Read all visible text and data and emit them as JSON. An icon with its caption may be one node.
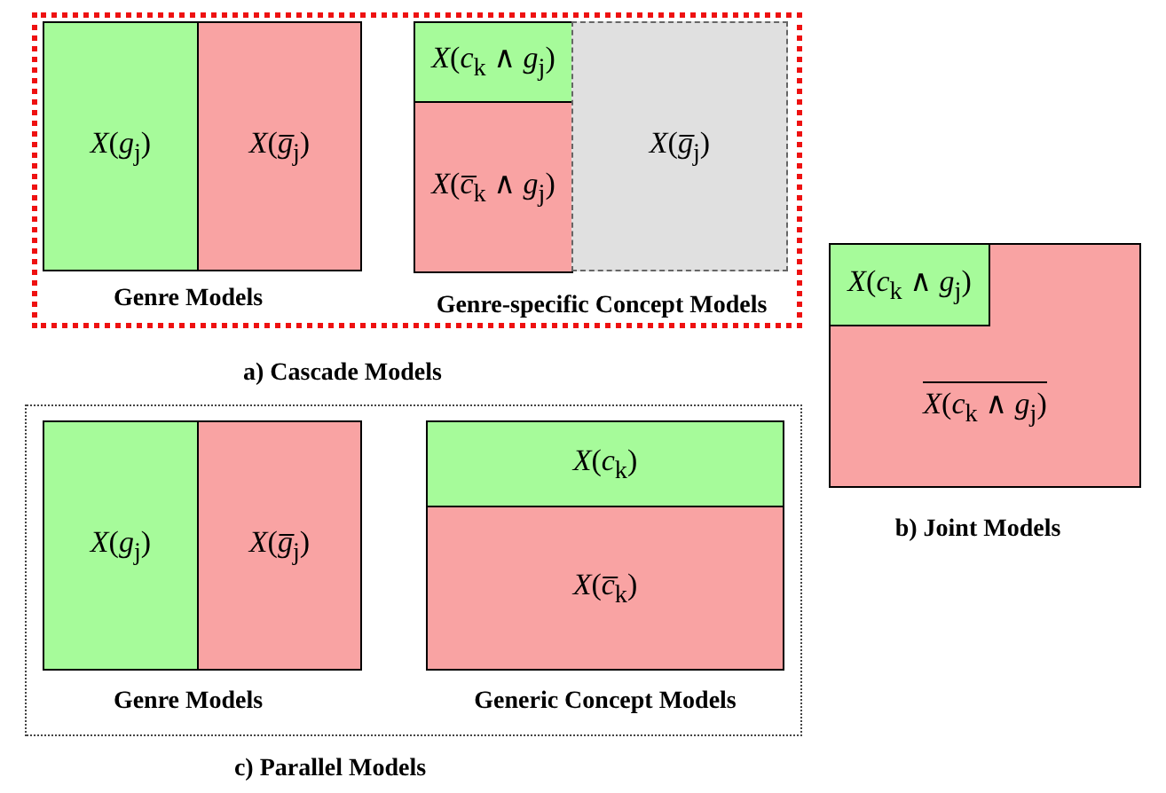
{
  "diagram": {
    "nodes": [
      {
        "text": [
          "a) Cascade Models"
        ]
      },
      {
        "text": [
          "Genre Models"
        ],
        "in": 0
      },
      {
        "text": [
          "*X*(*g*$_{j}$)"
        ],
        "in": 1
      },
      {
        "text": [
          "*X*(*g̅*$_{j}$)"
        ],
        "in": 1
      },
      {
        "text": [
          "Genre-specific Concept Models"
        ],
        "in": 0
      },
      {
        "text": [
          "*X*(*c*$_{k}$ ∧ *g*$_{j}$)"
        ],
        "in": 4
      },
      {
        "text": [
          "*X*(*c̅*$_{k}$ ∧ *g*$_{j}$)"
        ],
        "in": 4
      },
      {
        "text": [
          "*X*(*g̅*$_{j}$)"
        ],
        "in": 4
      },
      {
        "text": [
          "b) Joint Models"
        ]
      },
      {
        "text": [
          "*X*(*c*$_{k}$ ∧ *g*$_{j}$)"
        ],
        "in": 8
      },
      {
        "text": [
          "*X*(*c*$_{k}$ ∧ *g*$_{j}$)"
        ],
        "in": 8
      },
      {
        "text": [
          "c) Parallel Models"
        ]
      },
      {
        "text": [
          "Genre Models"
        ],
        "in": 11
      },
      {
        "text": [
          "*X*(*g*$_{j}$)"
        ],
        "in": 12
      },
      {
        "text": [
          "*X*(*g̅*$_{j}$)"
        ],
        "in": 12
      },
      {
        "text": [
          "Generic Concept Models"
        ],
        "in": 11
      },
      {
        "text": [
          "*X*(*c*$_{k}$)"
        ],
        "in": 15
      },
      {
        "text": [
          "*X*(*c̅*$_{k}$)"
        ],
        "in": 15
      }
    ]
  }
}
